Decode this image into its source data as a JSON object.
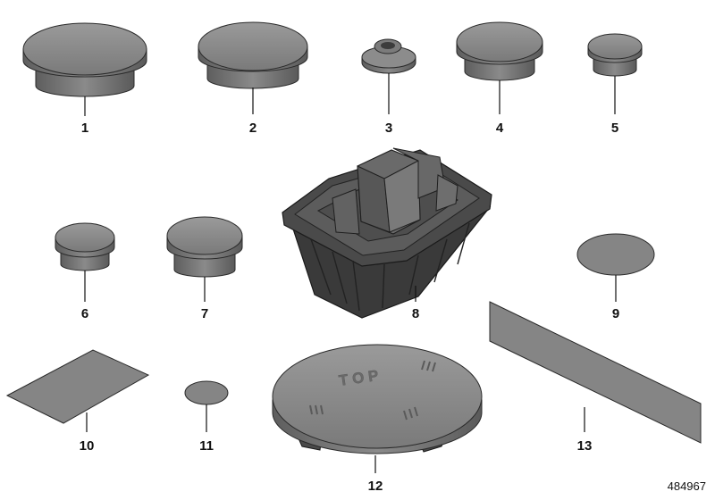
{
  "parts": [
    {
      "number": "1",
      "part": "plug"
    },
    {
      "number": "2",
      "part": "plug"
    },
    {
      "number": "3",
      "part": "grommet"
    },
    {
      "number": "4",
      "part": "plug"
    },
    {
      "number": "5",
      "part": "plug"
    },
    {
      "number": "6",
      "part": "plug"
    },
    {
      "number": "7",
      "part": "plug"
    },
    {
      "number": "8",
      "part": "jack-pad"
    },
    {
      "number": "9",
      "part": "round-patch"
    },
    {
      "number": "10",
      "part": "square-patch"
    },
    {
      "number": "11",
      "part": "round-patch"
    },
    {
      "number": "12",
      "part": "cover-cap"
    },
    {
      "number": "13",
      "part": "tape-strip"
    }
  ],
  "cap_embossing": "T O P",
  "diagram_id": "484967",
  "colors": {
    "part_fill": "#858585",
    "part_dark": "#4d4d4d",
    "outline": "#2a2a2a",
    "label": "#111111"
  }
}
